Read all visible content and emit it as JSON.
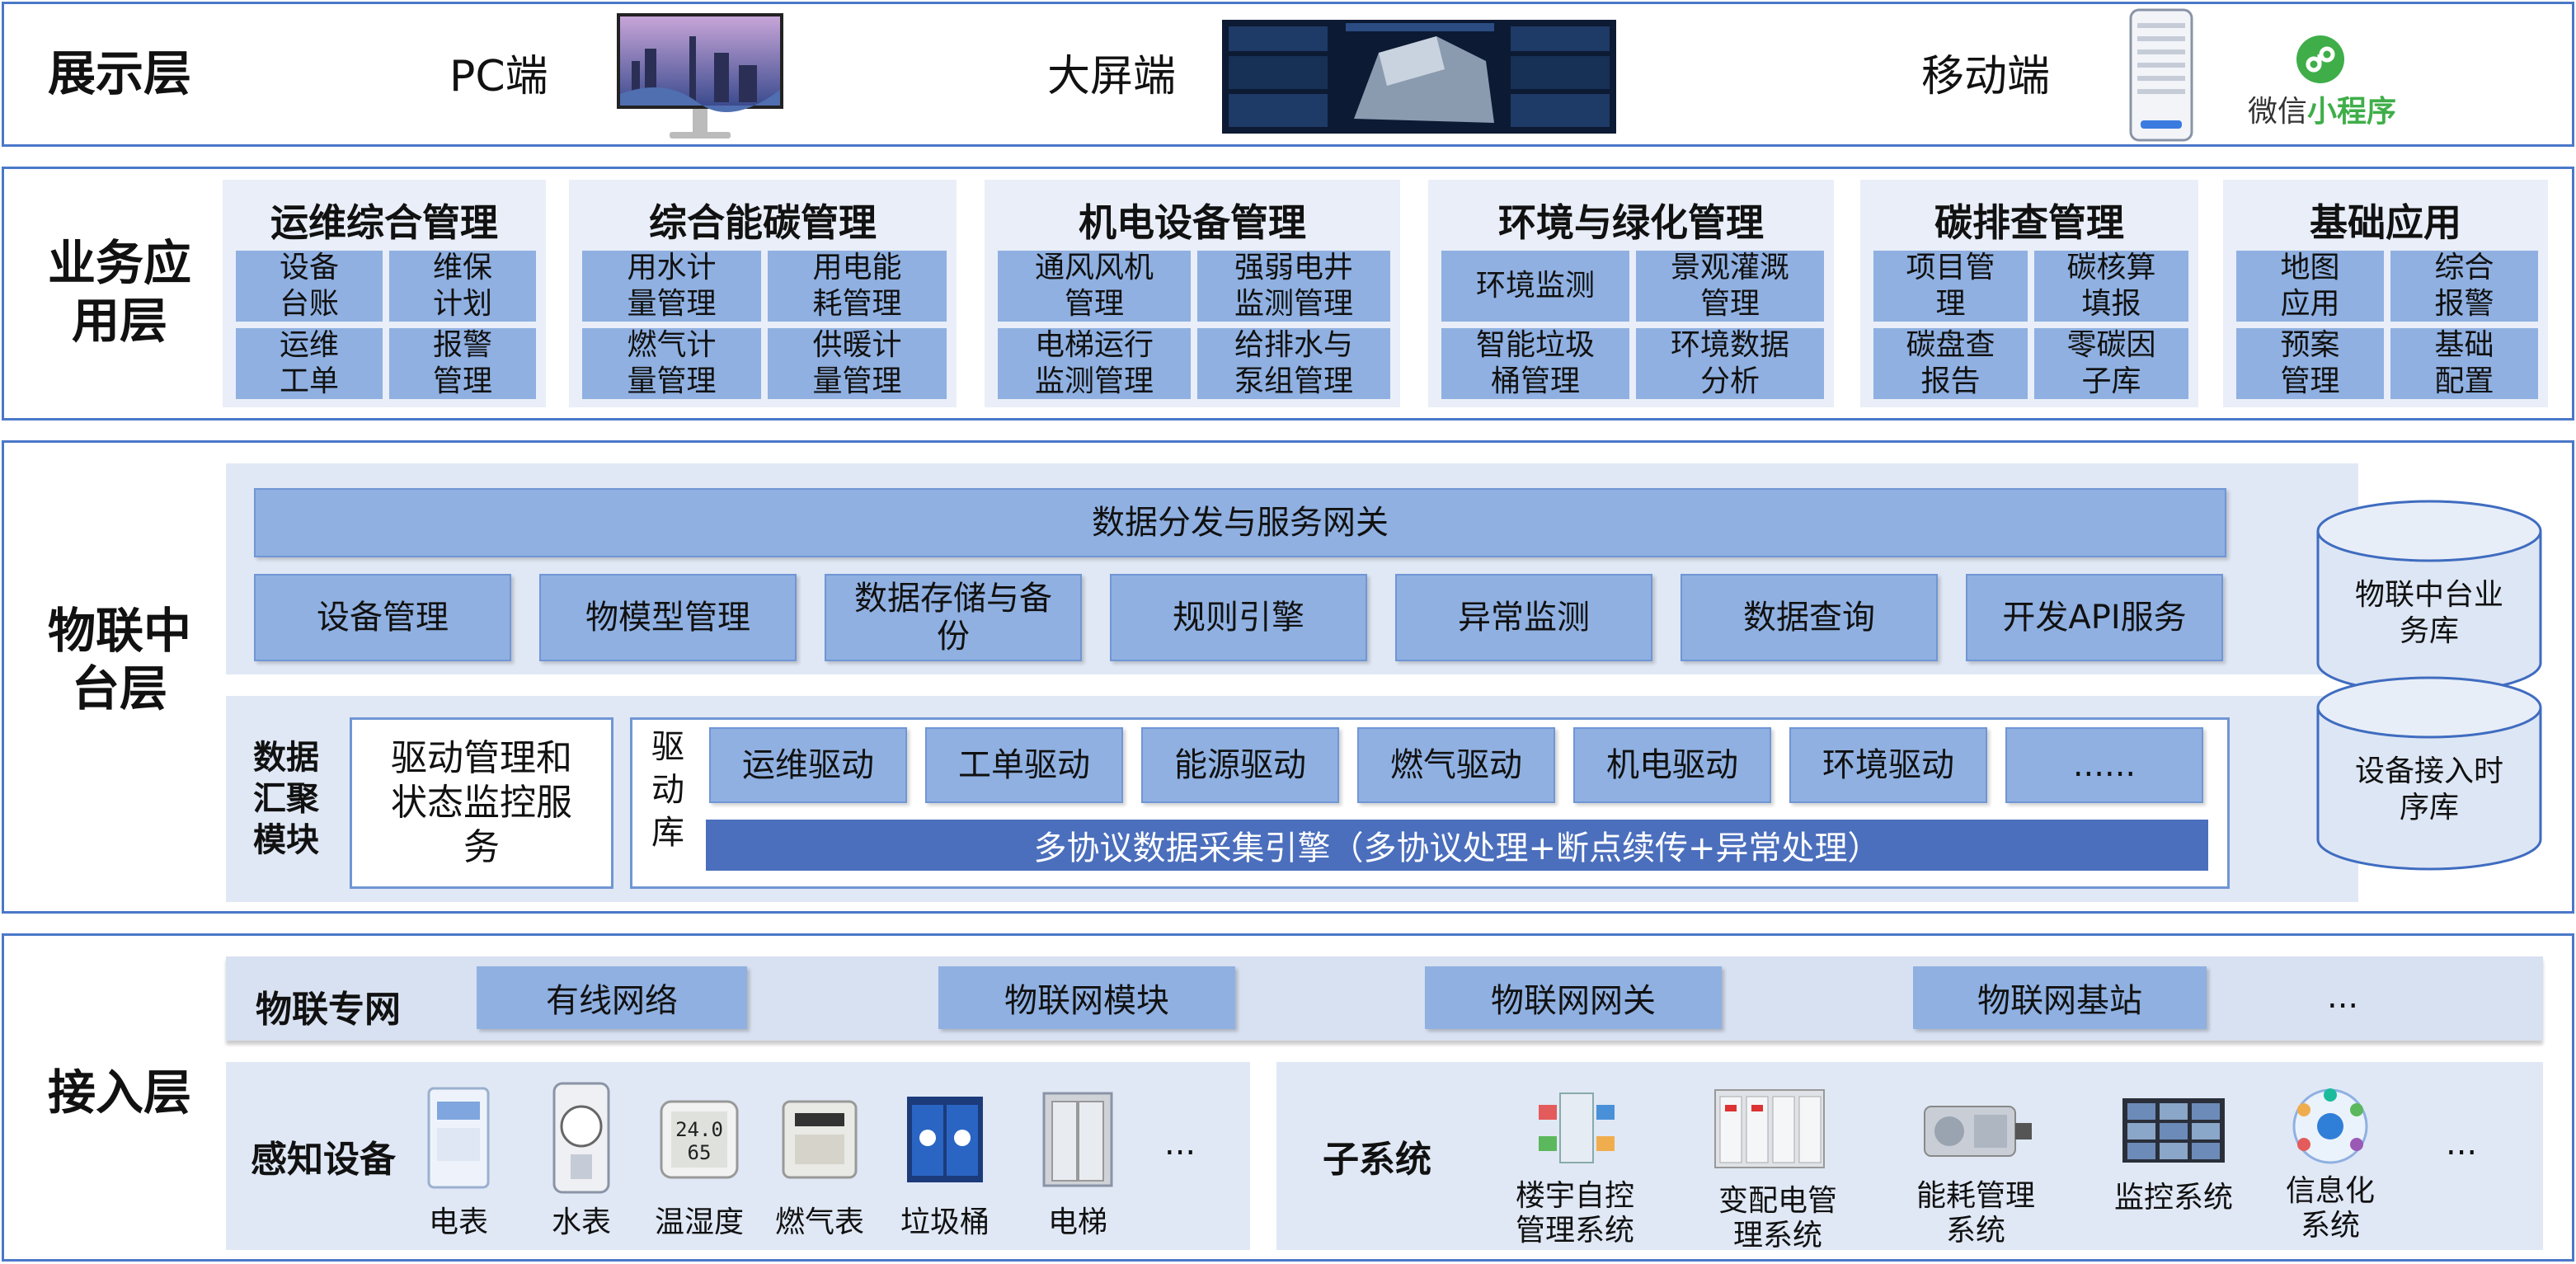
{
  "presentation": {
    "title": "展示层",
    "pc_label": "PC端",
    "bigscreen_label": "大屏端",
    "mobile_label": "移动端",
    "miniapp_prefix": "微信",
    "miniapp_suffix": "小程序"
  },
  "business": {
    "title_line1": "业务应",
    "title_line2": "用层",
    "groups": [
      {
        "title": "运维综合管理",
        "cells": [
          "设备\n台账",
          "维保\n计划",
          "运维\n工单",
          "报警\n管理"
        ]
      },
      {
        "title": "综合能碳管理",
        "cells": [
          "用水计\n量管理",
          "用电能\n耗管理",
          "燃气计\n量管理",
          "供暖计\n量管理"
        ]
      },
      {
        "title": "机电设备管理",
        "cells": [
          "通风风机\n管理",
          "强弱电井\n监测管理",
          "电梯运行\n监测管理",
          "给排水与\n泵组管理"
        ]
      },
      {
        "title": "环境与绿化管理",
        "cells": [
          "环境监测",
          "景观灌溉\n管理",
          "智能垃圾\n桶管理",
          "环境数据\n分析"
        ]
      },
      {
        "title": "碳排查管理",
        "cells": [
          "项目管\n理",
          "碳核算\n填报",
          "碳盘查\n报告",
          "零碳因\n子库"
        ]
      },
      {
        "title": "基础应用",
        "cells": [
          "地图\n应用",
          "综合\n报警",
          "预案\n管理",
          "基础\n配置"
        ]
      }
    ]
  },
  "iot": {
    "title_line1": "物联中",
    "title_line2": "台层",
    "gateway": "数据分发与服务网关",
    "services": [
      "设备管理",
      "物模型管理",
      "数据存储与备\n份",
      "规则引擎",
      "异常监测",
      "数据查询",
      "开发API服务"
    ],
    "aggregation_label": "数据\n汇聚\n模块",
    "driver_service": "驱动管理和\n状态监控服\n务",
    "driver_lib_label": "驱\n动\n库",
    "drivers": [
      "运维驱动",
      "工单驱动",
      "能源驱动",
      "燃气驱动",
      "机电驱动",
      "环境驱动",
      "......"
    ],
    "engine": "多协议数据采集引擎（多协议处理+断点续传+异常处理）",
    "db1": "物联中台业\n务库",
    "db2": "设备接入时\n序库"
  },
  "access": {
    "title": "接入层",
    "network_label": "物联专网",
    "networks": [
      "有线网络",
      "物联网模块",
      "物联网网关",
      "物联网基站"
    ],
    "network_more": "...",
    "sensing_label": "感知设备",
    "devices": [
      "电表",
      "水表",
      "温湿度",
      "燃气表",
      "垃圾桶",
      "电梯"
    ],
    "devices_more": "...",
    "hygrometer_reading1": "24.0",
    "hygrometer_reading2": "65",
    "subsystem_label": "子系统",
    "subsystems": [
      "楼宇自控\n管理系统",
      "变配电管\n理系统",
      "能耗管理\n系统",
      "监控系统",
      "信息化\n系统"
    ],
    "subsystems_more": "..."
  }
}
